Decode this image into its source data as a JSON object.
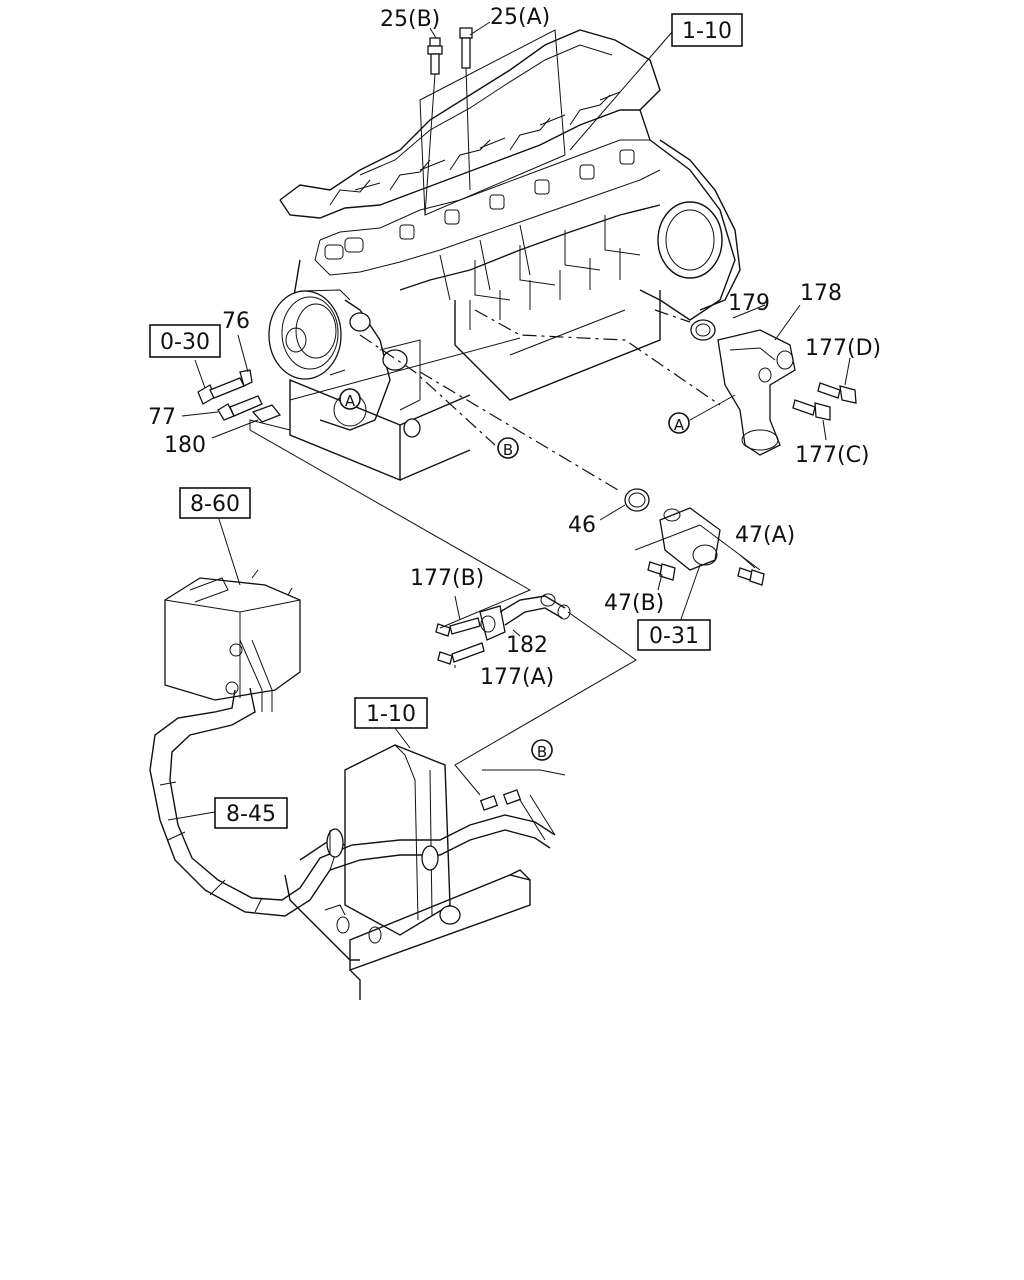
{
  "labels": {
    "l25b": "25(B)",
    "l25a": "25(A)",
    "l76": "76",
    "l77": "77",
    "l180": "180",
    "l179": "179",
    "l178": "178",
    "l177d": "177(D)",
    "l177c": "177(C)",
    "l46": "46",
    "l47a": "47(A)",
    "l47b": "47(B)",
    "l177b": "177(B)",
    "l182": "182",
    "l177a": "177(A)"
  },
  "refs": {
    "r110top": "1-10",
    "r030": "0-30",
    "r860": "8-60",
    "r031": "0-31",
    "r110bot": "1-10",
    "r845": "8-45"
  },
  "markers": {
    "a": "A",
    "b": "B"
  }
}
